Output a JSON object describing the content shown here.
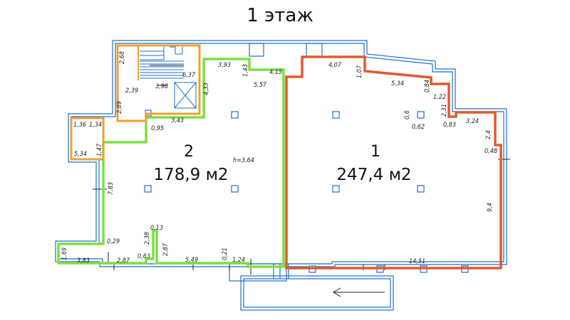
{
  "title": "1 этаж",
  "colors": {
    "outline": "#1f6fd1",
    "room_1": "#e05a2b",
    "room_2": "#7be040",
    "stair_zone": "#f0a030"
  },
  "rooms": [
    {
      "number": "1",
      "area": "247,4 м2"
    },
    {
      "number": "2",
      "area": "178,9 м2"
    }
  ],
  "dimensions": {
    "d268": "2,68",
    "d637": "6,37",
    "d239": "2,39",
    "d398": "3,98",
    "d433": "4,33",
    "d393": "3,93",
    "d143": "1,43",
    "d415": "4,15",
    "d557": "5,57",
    "d407": "4,07",
    "d107": "1,07",
    "d534": "5,34",
    "d084": "0,84",
    "d122": "1,22",
    "d289": "2,89",
    "d343": "3,43",
    "d136": "1,36",
    "d134": "1,34",
    "d095": "0,95",
    "d534b": "5,34",
    "d147": "1,47",
    "d06": "0,6",
    "d062": "0,62",
    "d231": "2,31",
    "d083": "0,83",
    "d324": "3,24",
    "d24": "2,4",
    "d048": "0,48",
    "h": "h=3,64",
    "d783": "7,83",
    "d94": "9,4",
    "d013": "0,13",
    "d238": "2,38",
    "d029": "0,29",
    "d287": "2,87",
    "d169": "1,69",
    "d383": "3,83",
    "d287b": "2,87",
    "d063": "0,63",
    "d549": "5,49",
    "d021": "0,21",
    "d124": "1,24",
    "d1451": "14,51"
  }
}
